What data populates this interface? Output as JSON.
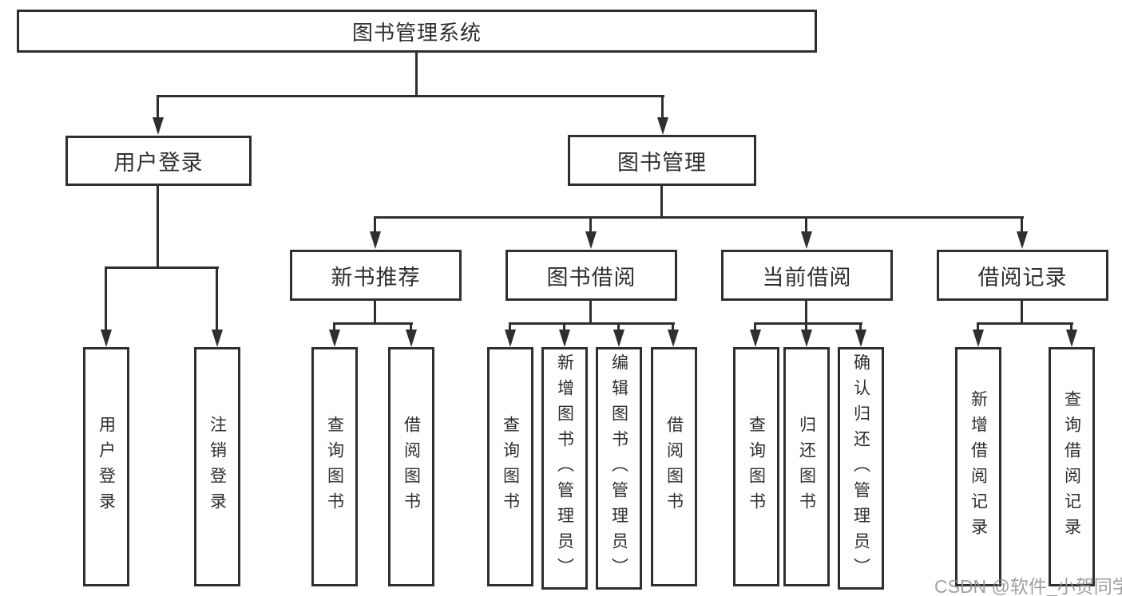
{
  "colors": {
    "line": "#2f2f2f",
    "text": "#2e2e2e",
    "background": "#ffffff",
    "watermark": "#8f8f8f"
  },
  "watermark": {
    "text": "CSDN @软件_小贺同学"
  },
  "tree": {
    "label": "图书管理系统",
    "children": [
      {
        "label": "用户登录",
        "children": [
          {
            "label": "用户登录"
          },
          {
            "label": "注销登录"
          }
        ]
      },
      {
        "label": "图书管理",
        "children": [
          {
            "label": "新书推荐",
            "children": [
              {
                "label": "查询图书"
              },
              {
                "label": "借阅图书"
              }
            ]
          },
          {
            "label": "图书借阅",
            "children": [
              {
                "label": "查询图书"
              },
              {
                "label": "新增图书（管理员）"
              },
              {
                "label": "编辑图书（管理员）"
              },
              {
                "label": "借阅图书"
              }
            ]
          },
          {
            "label": "当前借阅",
            "children": [
              {
                "label": "查询图书"
              },
              {
                "label": "归还图书"
              },
              {
                "label": "确认归还（管理员）"
              }
            ]
          },
          {
            "label": "借阅记录",
            "children": [
              {
                "label": "新增借阅记录"
              },
              {
                "label": "查询借阅记录"
              }
            ]
          }
        ]
      }
    ]
  }
}
